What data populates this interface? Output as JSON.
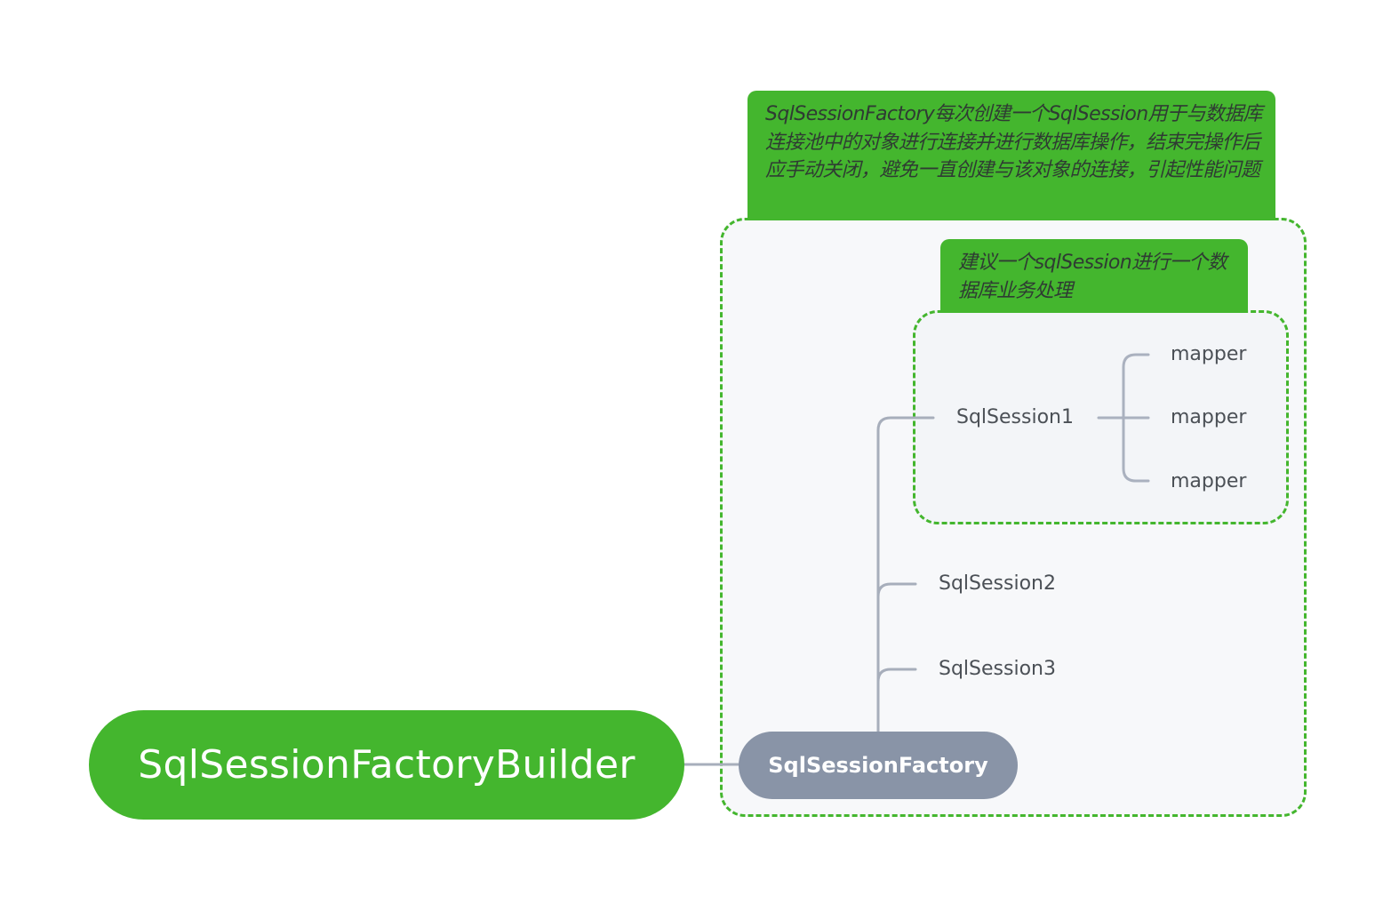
{
  "root": {
    "label": "SqlSessionFactoryBuilder"
  },
  "factory": {
    "label": "SqlSessionFactory"
  },
  "outer_boundary": {
    "label": "SqlSessionFactory每次创建一个SqlSession用于与数据库连接池中的对象进行连接并进行数据库操作，结束完操作后应手动关闭，避免一直创建与该对象的连接，引起性能问题"
  },
  "inner_boundary": {
    "label": "建议一个sqlSession进行一个数据库业务处理"
  },
  "sessions": [
    {
      "label": "SqlSession1"
    },
    {
      "label": "SqlSession2"
    },
    {
      "label": "SqlSession3"
    }
  ],
  "mappers": [
    {
      "label": "mapper"
    },
    {
      "label": "mapper"
    },
    {
      "label": "mapper"
    }
  ],
  "colors": {
    "primary_green": "#44b62e",
    "factory_gray": "#8994a7",
    "connector_gray": "#a7aebb",
    "boundary_fill": "#f7f8fa",
    "text_dark": "#4b5056"
  }
}
